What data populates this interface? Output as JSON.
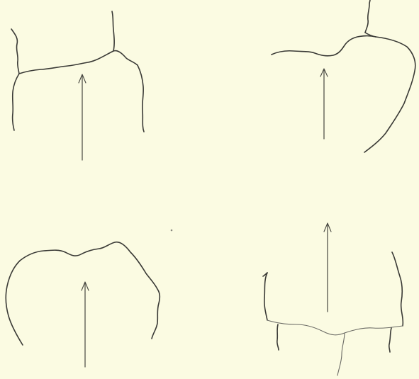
{
  "figure": {
    "background_color": "#fbfbe2",
    "line_color": "#3a3a36",
    "panels": [
      {
        "id": "top-left",
        "arrow_direction": "up"
      },
      {
        "id": "top-right",
        "arrow_direction": "up"
      },
      {
        "id": "bottom-left",
        "arrow_direction": "up"
      },
      {
        "id": "bottom-right",
        "arrow_direction": "up"
      }
    ]
  }
}
